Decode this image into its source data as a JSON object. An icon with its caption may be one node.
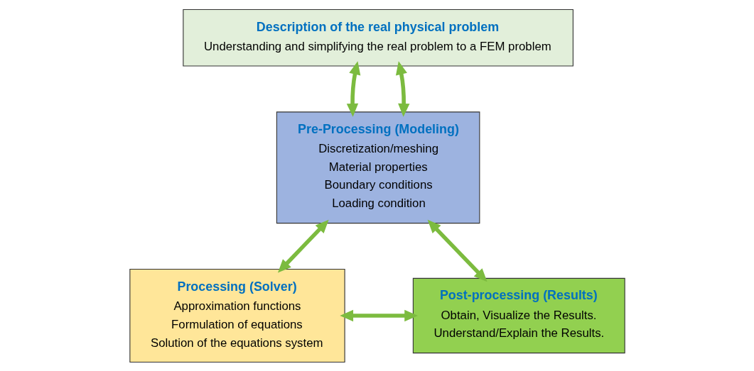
{
  "diagram": {
    "nodes": [
      {
        "text": [
          "Description of the real physical problem",
          "Understanding and simplifying the real problem to a FEM problem"
        ]
      },
      {
        "text": [
          "Pre-Processing (Modeling)",
          "Discretization/meshing",
          "Material properties",
          "Boundary conditions",
          "Loading condition"
        ]
      },
      {
        "text": [
          "Processing (Solver)",
          "Approximation functions",
          "Formulation of equations",
          "Solution of the equations system"
        ]
      },
      {
        "text": [
          "Post-processing (Results)",
          "Obtain, Visualize the Results.",
          "Understand/Explain the Results."
        ]
      }
    ],
    "edges": [
      {
        "from": 0,
        "to": 1,
        "arrow": "both"
      },
      {
        "from": 0,
        "to": 1,
        "arrow": "both"
      },
      {
        "from": 2,
        "to": 1,
        "arrow": "both"
      },
      {
        "from": 1,
        "to": 3,
        "arrow": "both"
      },
      {
        "from": 2,
        "to": 3,
        "arrow": "both"
      }
    ]
  }
}
